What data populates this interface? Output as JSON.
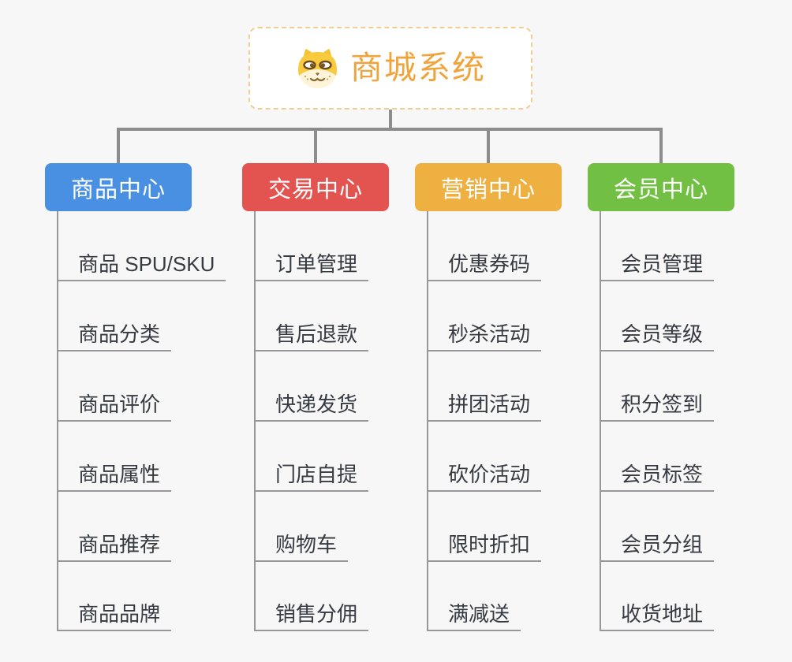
{
  "background_color": "#f7f7f7",
  "connector_color": "#8c8c8c",
  "underline_color": "#98989a",
  "leaf_text_color": "#363b42",
  "root": {
    "title": "商城系统",
    "icon": "shiba-dog-icon",
    "text_color": "#f0a43c",
    "border_color": "#f2cd8f",
    "background": "#ffffff"
  },
  "branches": [
    {
      "label": "商品中心",
      "color": "#4a90e2",
      "items": [
        "商品 SPU/SKU",
        "商品分类",
        "商品评价",
        "商品属性",
        "商品推荐",
        "商品品牌"
      ]
    },
    {
      "label": "交易中心",
      "color": "#e35451",
      "items": [
        "订单管理",
        "售后退款",
        "快递发货",
        "门店自提",
        "购物车",
        "销售分佣"
      ]
    },
    {
      "label": "营销中心",
      "color": "#efb042",
      "items": [
        "优惠券码",
        "秒杀活动",
        "拼团活动",
        "砍价活动",
        "限时折扣",
        "满减送"
      ]
    },
    {
      "label": "会员中心",
      "color": "#72c043",
      "items": [
        "会员管理",
        "会员等级",
        "积分签到",
        "会员标签",
        "会员分组",
        "收货地址"
      ]
    }
  ]
}
